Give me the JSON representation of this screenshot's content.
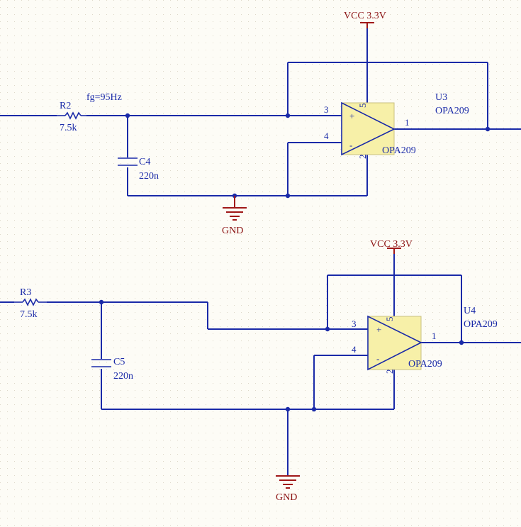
{
  "colors": {
    "wire": "#1a2aa8",
    "power": "#a01818",
    "opamp_fill": "#f7f0a8",
    "background": "#fdfcf6"
  },
  "stage1": {
    "resistor": {
      "ref": "R2",
      "value": "7.5k"
    },
    "freq_note": "fg=95Hz",
    "capacitor": {
      "ref": "C4",
      "value": "220n"
    },
    "opamp": {
      "ref": "U3",
      "part": "OPA209",
      "body_label": "OPA209",
      "pin_in_plus": "3",
      "pin_in_minus": "4",
      "pin_out": "1",
      "pin_vplus": "5",
      "pin_vminus": "2",
      "plus_sign": "+",
      "minus_sign": "-"
    },
    "vcc": "VCC 3.3V",
    "gnd": "GND"
  },
  "stage2": {
    "resistor": {
      "ref": "R3",
      "value": "7.5k"
    },
    "capacitor": {
      "ref": "C5",
      "value": "220n"
    },
    "opamp": {
      "ref": "U4",
      "part": "OPA209",
      "body_label": "OPA209",
      "pin_in_plus": "3",
      "pin_in_minus": "4",
      "pin_out": "1",
      "pin_vplus": "5",
      "pin_vminus": "2",
      "plus_sign": "+",
      "minus_sign": "-"
    },
    "vcc": "VCC 3.3V",
    "gnd": "GND"
  }
}
